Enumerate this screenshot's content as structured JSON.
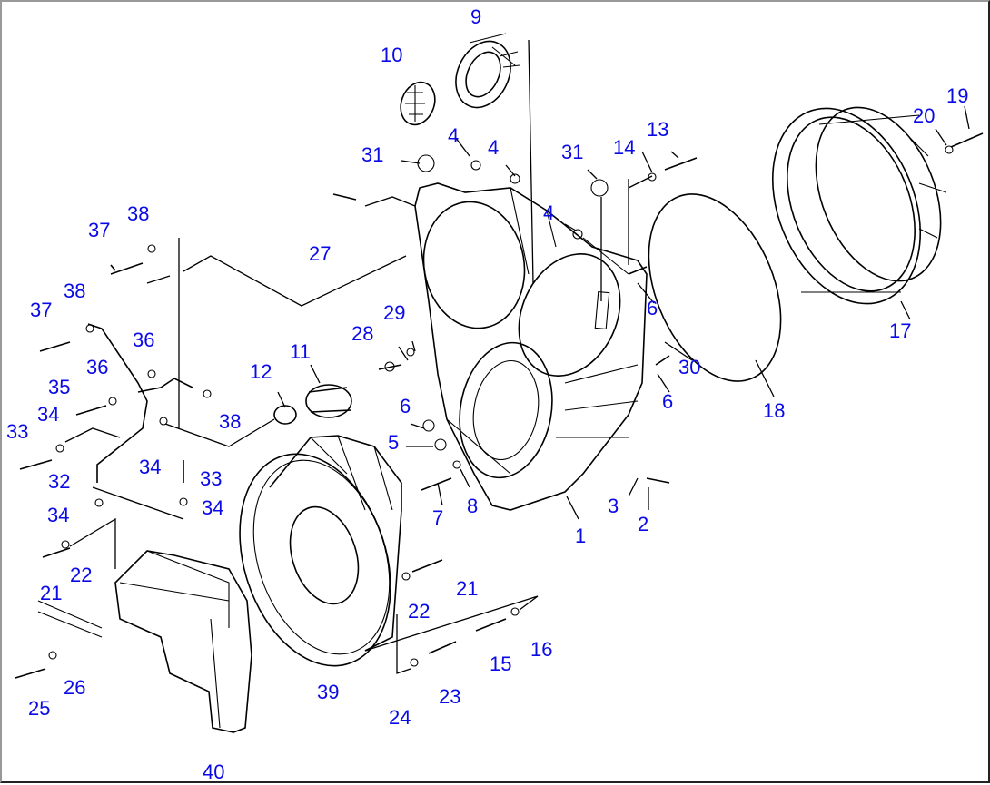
{
  "diagram": {
    "type": "exploded-parts-view",
    "subject": "transmission case / flywheel housing assembly",
    "label_color": "#0a0ae6",
    "line_color": "#000000",
    "background": "#ffffff"
  },
  "callouts": [
    {
      "id": "c9",
      "text": "9"
    },
    {
      "id": "c10",
      "text": "10"
    },
    {
      "id": "c4a",
      "text": "4"
    },
    {
      "id": "c4b",
      "text": "4"
    },
    {
      "id": "c4c",
      "text": "4"
    },
    {
      "id": "c31a",
      "text": "31"
    },
    {
      "id": "c31b",
      "text": "31"
    },
    {
      "id": "c14",
      "text": "14"
    },
    {
      "id": "c13",
      "text": "13"
    },
    {
      "id": "c27",
      "text": "27"
    },
    {
      "id": "c20",
      "text": "20"
    },
    {
      "id": "c19",
      "text": "19"
    },
    {
      "id": "c17",
      "text": "17"
    },
    {
      "id": "c18",
      "text": "18"
    },
    {
      "id": "c6a",
      "text": "6"
    },
    {
      "id": "c6b",
      "text": "6"
    },
    {
      "id": "c6c",
      "text": "6"
    },
    {
      "id": "c30",
      "text": "30"
    },
    {
      "id": "c29",
      "text": "29"
    },
    {
      "id": "c28",
      "text": "28"
    },
    {
      "id": "c11",
      "text": "11"
    },
    {
      "id": "c12",
      "text": "12"
    },
    {
      "id": "c5",
      "text": "5"
    },
    {
      "id": "c7",
      "text": "7"
    },
    {
      "id": "c8",
      "text": "8"
    },
    {
      "id": "c1",
      "text": "1"
    },
    {
      "id": "c3",
      "text": "3"
    },
    {
      "id": "c2",
      "text": "2"
    },
    {
      "id": "c37a",
      "text": "37"
    },
    {
      "id": "c38a",
      "text": "38"
    },
    {
      "id": "c37b",
      "text": "37"
    },
    {
      "id": "c38b",
      "text": "38"
    },
    {
      "id": "c36a",
      "text": "36"
    },
    {
      "id": "c36b",
      "text": "36"
    },
    {
      "id": "c35",
      "text": "35"
    },
    {
      "id": "c38c",
      "text": "38"
    },
    {
      "id": "c34a",
      "text": "34"
    },
    {
      "id": "c33a",
      "text": "33"
    },
    {
      "id": "c34b",
      "text": "34"
    },
    {
      "id": "c32",
      "text": "32"
    },
    {
      "id": "c33b",
      "text": "33"
    },
    {
      "id": "c34c",
      "text": "34"
    },
    {
      "id": "c34d",
      "text": "34"
    },
    {
      "id": "c21a",
      "text": "21"
    },
    {
      "id": "c22a",
      "text": "22"
    },
    {
      "id": "c21b",
      "text": "21"
    },
    {
      "id": "c22b",
      "text": "22"
    },
    {
      "id": "c15",
      "text": "15"
    },
    {
      "id": "c16",
      "text": "16"
    },
    {
      "id": "c23",
      "text": "23"
    },
    {
      "id": "c24",
      "text": "24"
    },
    {
      "id": "c39",
      "text": "39"
    },
    {
      "id": "c25",
      "text": "25"
    },
    {
      "id": "c26",
      "text": "26"
    },
    {
      "id": "c40",
      "text": "40"
    }
  ]
}
